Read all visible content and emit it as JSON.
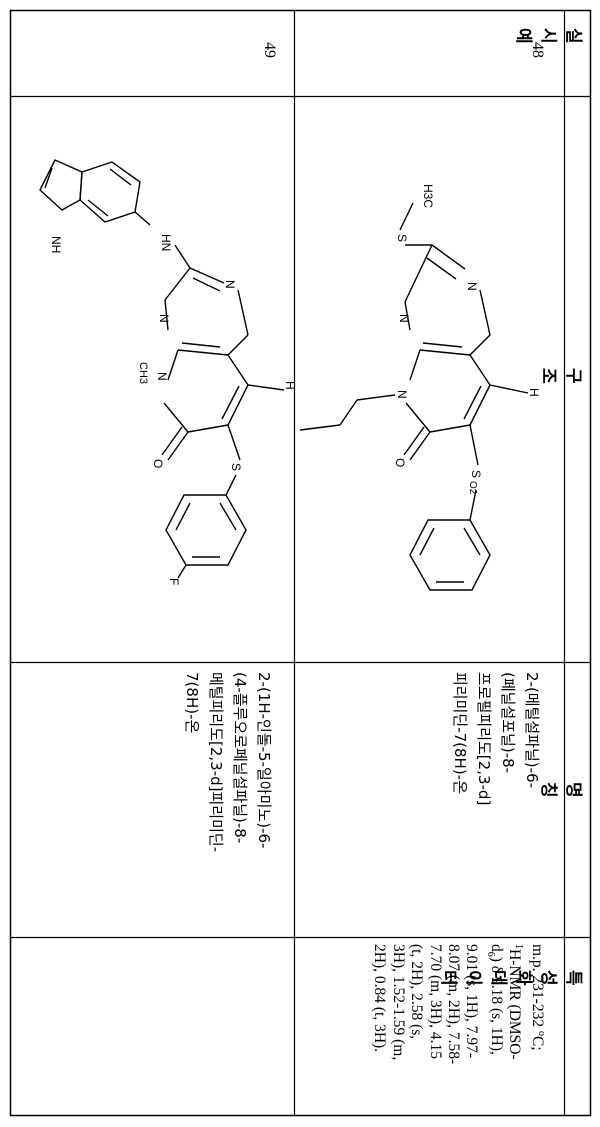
{
  "table": {
    "headers": {
      "example_no": "실시예",
      "structure": "구조",
      "name": "명칭",
      "characterization": "특성화 데이터"
    },
    "rows": [
      {
        "example_no": "48",
        "name_lines": [
          "2-(메틸설파닐)-6-",
          "(페닐설포닐)-8-",
          "프로필피리도[2,3-d]",
          "피리미딘-7(8H)-온"
        ],
        "characterization": {
          "mp": "m.p. 231-232",
          "mp_unit": "C;",
          "nmr_head": "H-NMR (DMSO-",
          "nmr_solvent_sub": "6",
          "nmr_tail": ") δ 9.18 (s, 1H),",
          "lines": [
            "9.01 (s, 1H), 7.97-",
            "8.07 (m, 2H), 7.58-",
            "7.70 (m, 3H), 4.15",
            "(t, 2H), 2.58 (s,",
            "3H), 1.52-1.59 (m,",
            "2H), 0.84 (t, 3H)."
          ]
        },
        "structure_labels": {
          "methyl_group": "H3C",
          "sulfur_top": "S",
          "n_upper": "N",
          "n_lower": "N",
          "n_ring": "N",
          "hydrogen": "H",
          "sulfonyl": "S",
          "sulfonyl_o2": "O2",
          "carbonyl_o": "O"
        }
      },
      {
        "example_no": "49",
        "name_lines": [
          "2-(1H-인돌-5-일아미노)-6-",
          "(4-플루오로페닐설파닐)-8-",
          "메틸피리도[2,3-d]피리미딘-",
          "7(8H)-온"
        ],
        "characterization": {},
        "structure_labels": {
          "indole_nh": "NH",
          "amine_hn": "HN",
          "n_upper": "N",
          "n_lower": "N",
          "n_ring": "N",
          "n_methyl": "CH3",
          "hydrogen": "H",
          "sulfur": "S",
          "carbonyl_o": "O",
          "fluorine": "F"
        }
      }
    ]
  }
}
